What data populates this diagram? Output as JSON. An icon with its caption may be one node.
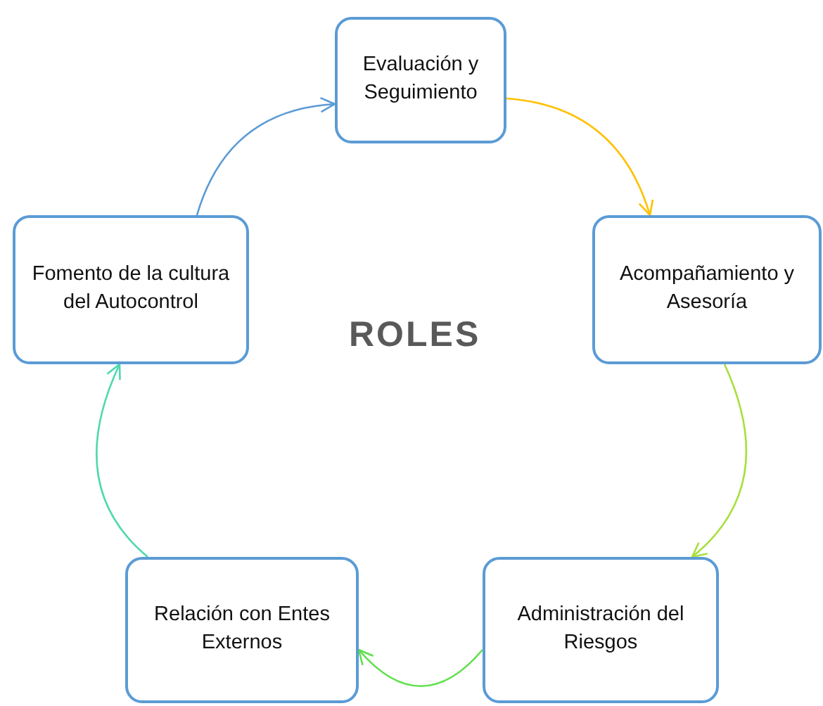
{
  "diagram": {
    "nodes": [
      {
        "text": [
          "Evaluación y Seguimiento"
        ]
      },
      {
        "text": [
          "Acompañamiento y Asesoría"
        ]
      },
      {
        "text": [
          "Administración del Riesgos"
        ]
      },
      {
        "text": [
          "Relación con Entes Externos"
        ]
      },
      {
        "text": [
          "Fomento de la cultura del Autocontrol"
        ]
      }
    ],
    "edges": [
      {
        "from": 0,
        "to": 1,
        "arrow": "to",
        "color": "#ffc000"
      },
      {
        "from": 1,
        "to": 2,
        "arrow": "to",
        "color": "#a6e03c"
      },
      {
        "from": 2,
        "to": 3,
        "arrow": "to",
        "color": "#5ee04a"
      },
      {
        "from": 3,
        "to": 4,
        "arrow": "to",
        "color": "#4fd9b0"
      },
      {
        "from": 4,
        "to": 0,
        "arrow": "to",
        "color": "#5b9bd5"
      }
    ],
    "labels": [
      "ROLES"
    ]
  }
}
